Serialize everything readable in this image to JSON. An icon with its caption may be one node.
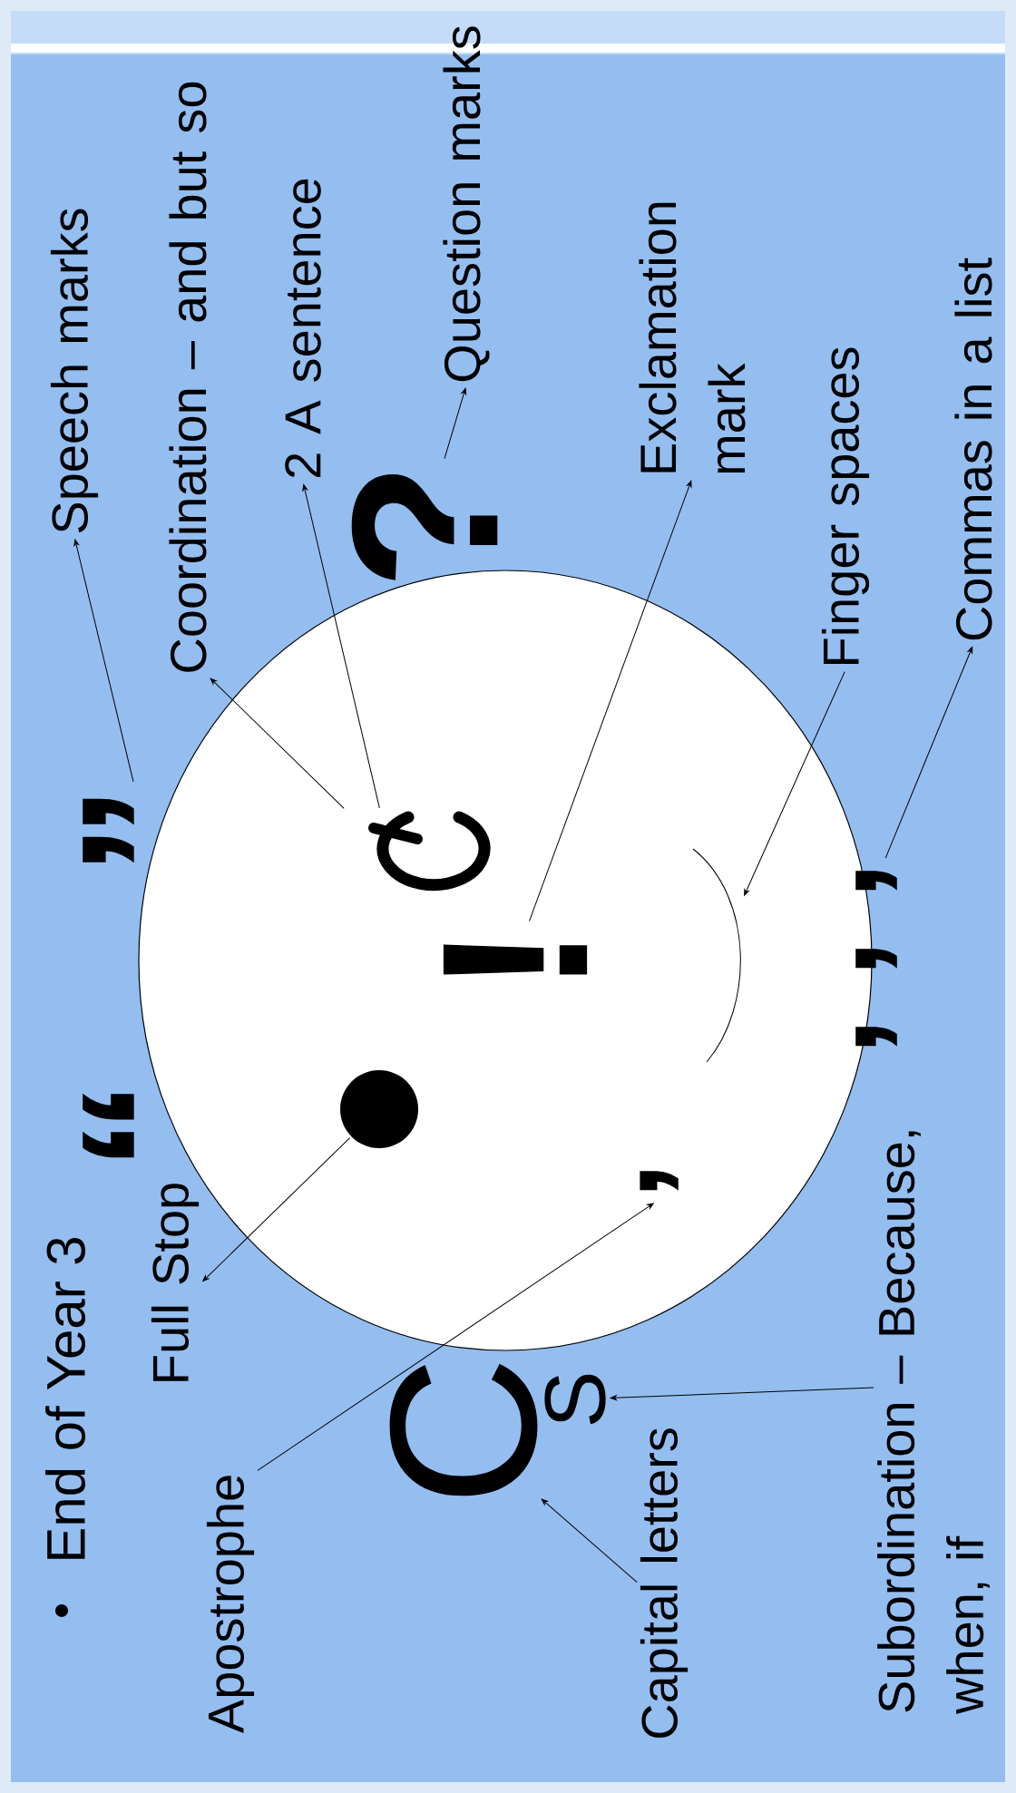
{
  "diagram": {
    "title": "End of Year 3",
    "nodes": [
      {
        "text": [],
        "shape": "circle"
      },
      {
        "text": [
          "Speech marks"
        ]
      },
      {
        "text": [
          "Coordination – and but so"
        ]
      },
      {
        "text": [
          "2 A sentence"
        ]
      },
      {
        "text": [
          "Question marks"
        ]
      },
      {
        "text": [
          "Exclamation mark"
        ]
      },
      {
        "text": [
          "Finger spaces"
        ]
      },
      {
        "text": [
          "Commas in a list"
        ]
      },
      {
        "text": [
          "Full Stop"
        ]
      },
      {
        "text": [
          "Apostrophe"
        ]
      },
      {
        "text": [
          "Capital letters"
        ]
      },
      {
        "text": [
          "Subordination – Because, when, if"
        ]
      },
      {
        "text": [
          "”"
        ]
      },
      {
        "text": [
          "“"
        ]
      },
      {
        "text": [],
        "shape": "picture",
        "in": 0
      },
      {
        "text": [
          "?"
        ]
      },
      {
        "text": [
          "!"
        ],
        "in": 0
      },
      {
        "text": [],
        "shape": "arc",
        "in": 0
      },
      {
        "text": [],
        "shape": "circle",
        "in": 0
      },
      {
        "text": [
          "’"
        ],
        "in": 0
      },
      {
        "text": [
          ","
        ]
      },
      {
        "text": [
          ","
        ]
      },
      {
        "text": [
          ","
        ]
      },
      {
        "text": [
          "C"
        ]
      },
      {
        "text": [
          "S"
        ]
      }
    ],
    "edges": [
      {
        "from": 12,
        "to": 1,
        "arrow": "to"
      },
      {
        "from": 14,
        "to": 2,
        "arrow": "to"
      },
      {
        "from": 14,
        "to": 3,
        "arrow": "to"
      },
      {
        "from": 15,
        "to": 4,
        "arrow": "to"
      },
      {
        "from": 16,
        "to": 5,
        "arrow": "to"
      },
      {
        "from": 6,
        "to": 17,
        "arrow": "to"
      },
      {
        "from": 20,
        "to": 7,
        "arrow": "to"
      },
      {
        "from": 18,
        "to": 8,
        "arrow": "to"
      },
      {
        "from": 9,
        "to": 19,
        "arrow": "to"
      },
      {
        "from": 10,
        "to": 23,
        "arrow": "to"
      },
      {
        "from": 11,
        "to": 24,
        "arrow": "to"
      }
    ]
  }
}
